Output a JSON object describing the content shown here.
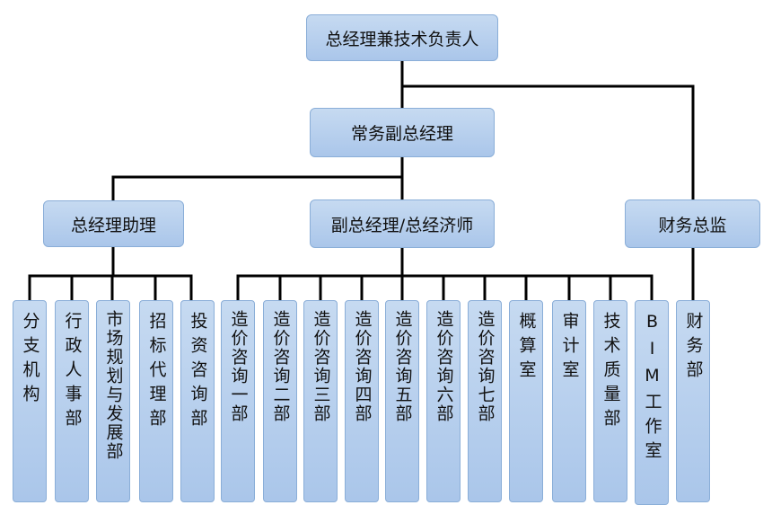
{
  "org": {
    "ceo": "总经理兼技术负责人",
    "evp": "常务副总经理",
    "assistant": "总经理助理",
    "deputy": "副总经理/总经济师",
    "cfo": "财务总监",
    "depts": [
      "分支机构",
      "行政人事部",
      "市场规划与发展部",
      "招标代理部",
      "投资咨询部",
      "造价咨询一部",
      "造价咨询二部",
      "造价咨询三部",
      "造价咨询四部",
      "造价咨询五部",
      "造价咨询六部",
      "造价咨询七部",
      "概算室",
      "审计室",
      "技术质量部",
      "BIM工作室",
      "财务部"
    ]
  }
}
